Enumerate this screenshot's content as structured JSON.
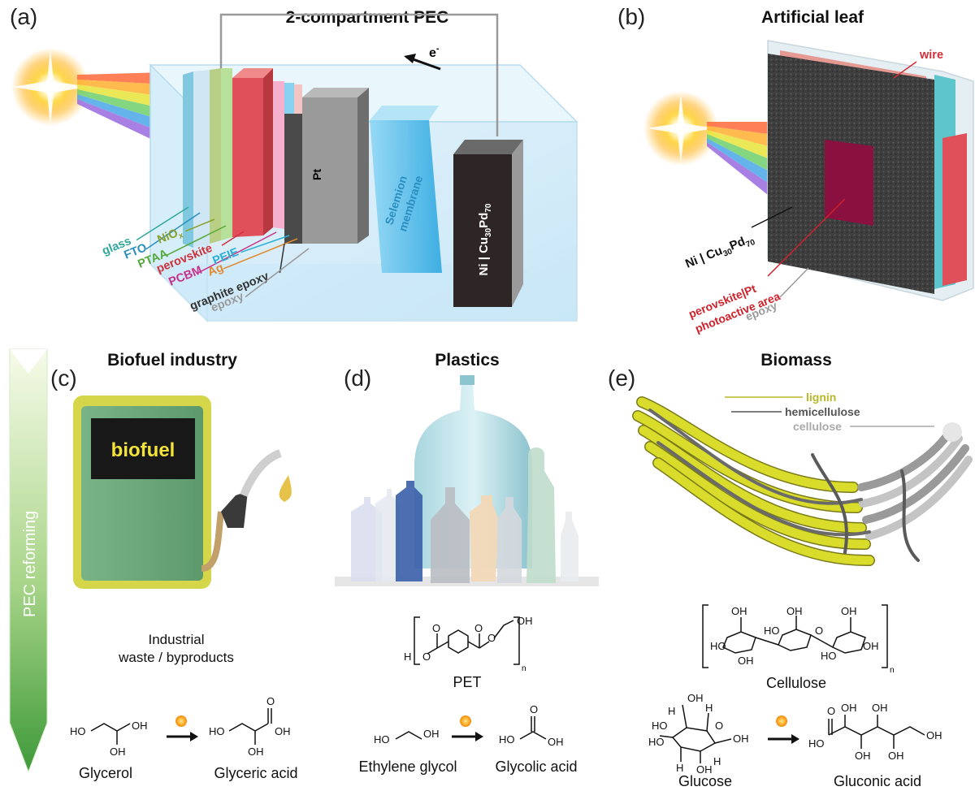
{
  "panels": {
    "a": {
      "label": "(a)",
      "title": "2-compartment PEC",
      "electron": "e",
      "electron_sup": "-",
      "pt": "Pt",
      "membrane_1": "Selemion",
      "membrane_2": "membrane",
      "cathode_a": "Ni | Cu",
      "cathode_b": "30",
      "cathode_c": "Pd",
      "cathode_d": "70",
      "layers": [
        {
          "text": "glass",
          "color": "#2fa89a"
        },
        {
          "text": "FTO",
          "color": "#2a8fc0"
        },
        {
          "text": "NiO",
          "sub": "x",
          "color": "#8aa02a"
        },
        {
          "text": "PTAA",
          "color": "#55a83a"
        },
        {
          "text": "perovskite",
          "color": "#d0303a"
        },
        {
          "text": "PCBM",
          "color": "#c8318a"
        },
        {
          "text": "PEIE",
          "color": "#2ab0d8"
        },
        {
          "text": "Ag",
          "color": "#e08a30"
        },
        {
          "text": "graphite epoxy",
          "color": "#333333"
        },
        {
          "text": "epoxy",
          "color": "#9a9a9a"
        }
      ]
    },
    "b": {
      "label": "(b)",
      "title": "Artificial leaf",
      "wire": "wire",
      "cathode_a": "Ni | Cu",
      "cathode_b": "30",
      "cathode_c": "Pd",
      "cathode_d": "70",
      "photo_1": "perovskite|Pt",
      "photo_2": "photoactive area",
      "epoxy": "epoxy"
    },
    "c": {
      "label": "(c)",
      "title": "Biofuel industry",
      "sign": "biofuel",
      "caption_1": "Industrial",
      "caption_2": "waste / byproducts",
      "reactant": "Glycerol",
      "product": "Glyceric acid"
    },
    "d": {
      "label": "(d)",
      "title": "Plastics",
      "polymer": "PET",
      "reactant": "Ethylene glycol",
      "product": "Glycolic acid"
    },
    "e": {
      "label": "(e)",
      "title": "Biomass",
      "lignin": "lignin",
      "hemicellulose": "hemicellulose",
      "cellulose": "cellulose",
      "polymer": "Cellulose",
      "reactant": "Glucose",
      "product": "Gluconic acid"
    }
  },
  "arrow_label": "PEC reforming",
  "atoms": {
    "oh": "OH",
    "ho": "HO",
    "o": "O",
    "h": "H",
    "n": "n"
  },
  "colors": {
    "arrow_top": "#f7fbe9",
    "arrow_bottom": "#3f9a3a",
    "lignin": "#d9dc2a",
    "cellulose": "#bdbdbd",
    "perovskite": "#e0505a",
    "membrane": "#49b8e8"
  }
}
